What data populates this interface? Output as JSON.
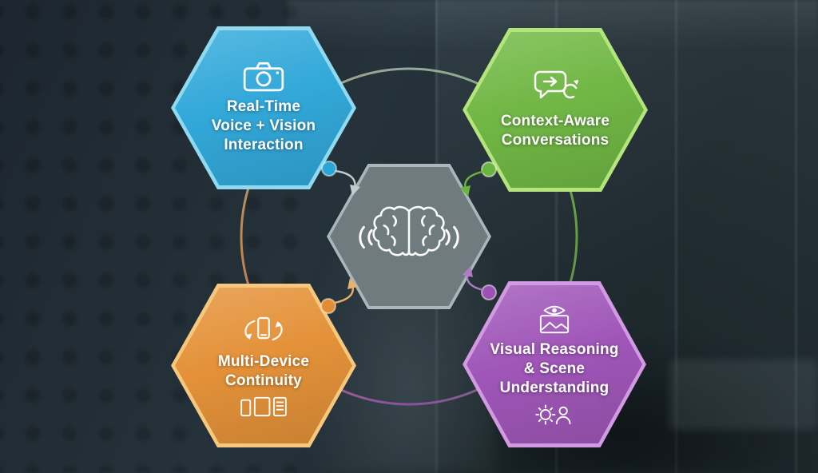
{
  "diagram": {
    "type": "cycle-infographic",
    "background_scene": "blurred dark office interior"
  },
  "center": {
    "icon": "brain-voice-icon",
    "ring_color": "#a9b6ba"
  },
  "nodes": {
    "realtime": {
      "lines": [
        "Real-Time",
        "Voice + Vision",
        "Interaction"
      ],
      "fill": "#2ba5d8",
      "border": "#8fd9f1",
      "icon": "camera-icon"
    },
    "context": {
      "lines": [
        "Context-Aware",
        "Conversations"
      ],
      "fill": "#6cb440",
      "border": "#b4e47c",
      "icon": "chat-arrow-icon"
    },
    "multidevice": {
      "lines": [
        "Multi-Device",
        "Continuity"
      ],
      "fill": "#e28d33",
      "border": "#f6c87f",
      "icon_top": "phone-sync-icon",
      "icon_bottom": "devices-row-icon"
    },
    "visual": {
      "lines": [
        "Visual Reasoning",
        "& Scene",
        "Understanding"
      ],
      "fill": "#9b51b5",
      "border": "#d29ae2",
      "icon_top": "scene-eye-icon",
      "icon_bottom": "gear-person-icon"
    }
  },
  "flow": {
    "arc_colors": [
      "#a9bdae",
      "#6cb440",
      "#9c51b6",
      "#e09a50"
    ]
  }
}
